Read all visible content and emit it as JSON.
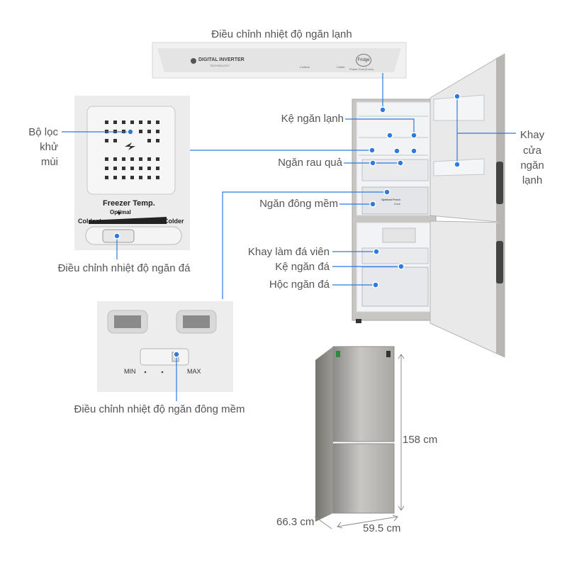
{
  "labels": {
    "fridge_control": "Điều chỉnh nhiệt độ ngăn lạnh",
    "deodorizer": [
      "Bộ lọc",
      "khử",
      "mùi"
    ],
    "fridge_shelf": "Kệ ngăn lạnh",
    "veg_drawer": "Ngăn rau quả",
    "soft_freeze": "Ngăn đông mềm",
    "ice_tray": "Khay làm đá viên",
    "freezer_shelf": "Kệ ngăn đá",
    "freezer_drawer": "Hộc ngăn đá",
    "door_tray": [
      "Khay",
      "cửa",
      "ngăn",
      "lạnh"
    ],
    "freezer_control": "Điều chỉnh nhiệt độ ngăn đá",
    "soft_freeze_control": "Điều chỉnh nhiệt độ ngăn đông mềm"
  },
  "control_panel": {
    "brand": "DIGITAL INVERTER",
    "brand_sub": "TECHNOLOGY",
    "left_caption": "Coldest",
    "mode": "Fridge",
    "right_caption": "Colder",
    "power_cool": "Power Cool (3 sec)"
  },
  "freezer_panel": {
    "title": "Freezer Temp.",
    "optimal": "Optimal",
    "coldest": "Coldest",
    "colder": "Colder"
  },
  "soft_panel": {
    "min": "MIN",
    "max": "MAX"
  },
  "drawer_text": [
    "Optimal Fresh",
    "Zone"
  ],
  "dimensions": {
    "height": "158 cm",
    "depth": "66.3 cm",
    "width": "59.5 cm"
  },
  "colors": {
    "accent": "#2e7ae0",
    "steel": "#b9b7b3",
    "panel_bg": "#ececec"
  }
}
